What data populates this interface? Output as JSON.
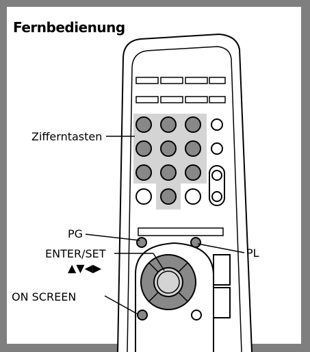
{
  "title": "Fernbedienung",
  "labels": {
    "numeric_keys": "Zifferntasten",
    "pg": "PG",
    "pl": "PL",
    "enter_set": "ENTER/SET",
    "arrows": "▲▼◀▶",
    "on_screen": "ON SCREEN"
  },
  "colors": {
    "frame": "#7f7f7f",
    "highlight": "#d4d4d4",
    "button_fill": "#888888",
    "outline": "#000000"
  }
}
